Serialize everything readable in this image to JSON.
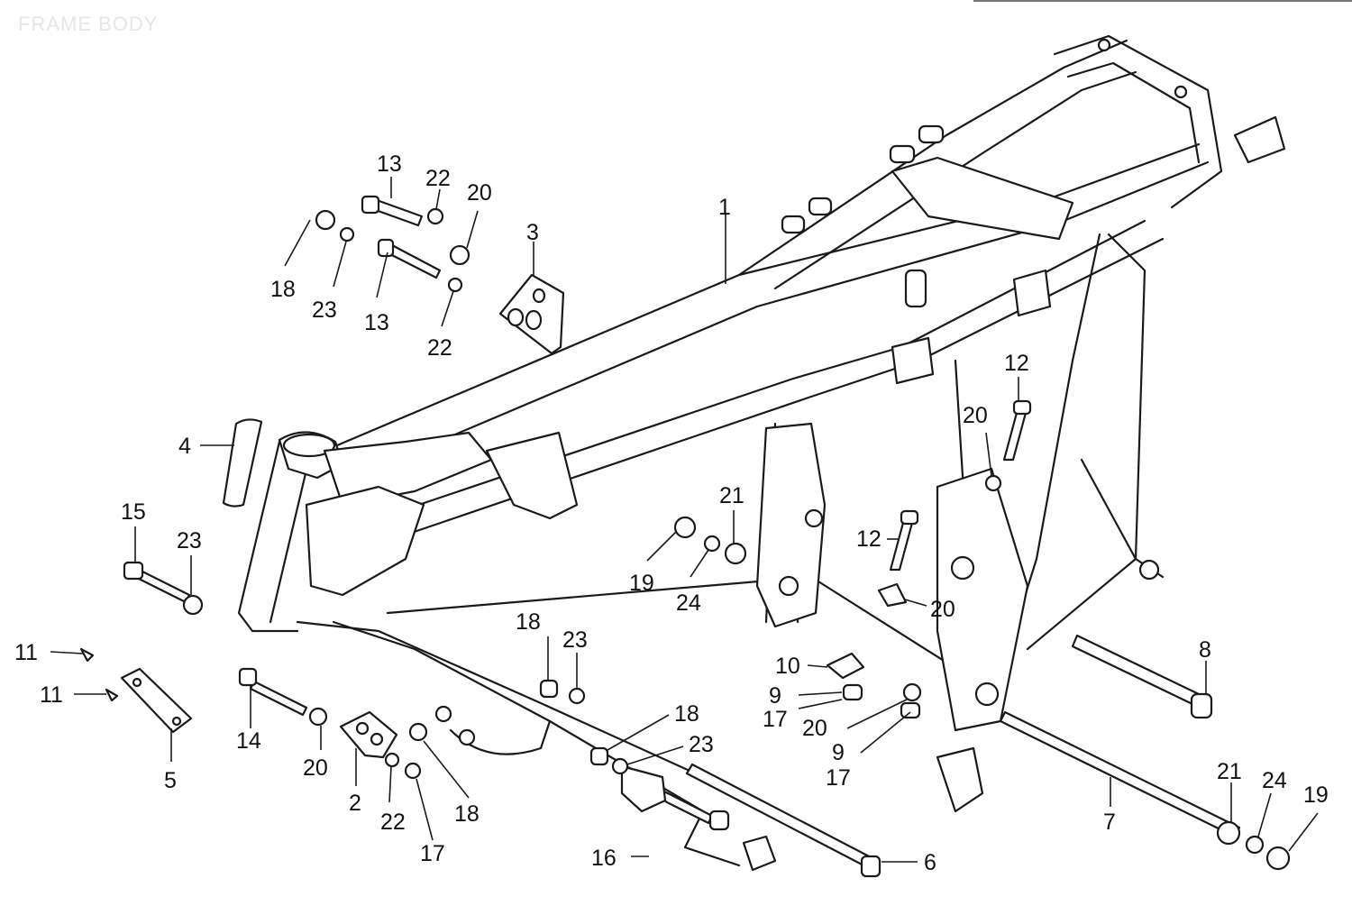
{
  "title": "FRAME BODY",
  "colors": {
    "ink": "#1a1a1a",
    "title": "#e6e6e6",
    "background": "#ffffff"
  },
  "callouts": [
    {
      "num": "1",
      "part": "frame-body"
    },
    {
      "num": "2",
      "part": "engine-hanger-plate-lower"
    },
    {
      "num": "3",
      "part": "engine-hanger-plate-upper"
    },
    {
      "num": "4",
      "part": "head-pipe-band"
    },
    {
      "num": "5",
      "part": "bracket"
    },
    {
      "num": "6",
      "part": "rear-shaft-lower"
    },
    {
      "num": "7",
      "part": "rear-shaft"
    },
    {
      "num": "8",
      "part": "pivot-bolt"
    },
    {
      "num": "9",
      "part": "collar"
    },
    {
      "num": "10",
      "part": "clamp"
    },
    {
      "num": "11",
      "part": "screw"
    },
    {
      "num": "12",
      "part": "bolt"
    },
    {
      "num": "13",
      "part": "bolt-upper-hanger"
    },
    {
      "num": "14",
      "part": "bolt-front-hanger"
    },
    {
      "num": "15",
      "part": "bolt-front-hanger-upper"
    },
    {
      "num": "16",
      "part": "bolt-lower-cradle"
    },
    {
      "num": "17",
      "part": "nut"
    },
    {
      "num": "18",
      "part": "nut-cap"
    },
    {
      "num": "19",
      "part": "cap-nut"
    },
    {
      "num": "20",
      "part": "washer"
    },
    {
      "num": "21",
      "part": "washer-large"
    },
    {
      "num": "22",
      "part": "spring-washer"
    },
    {
      "num": "23",
      "part": "spring-washer-small"
    },
    {
      "num": "24",
      "part": "lock-washer"
    }
  ]
}
